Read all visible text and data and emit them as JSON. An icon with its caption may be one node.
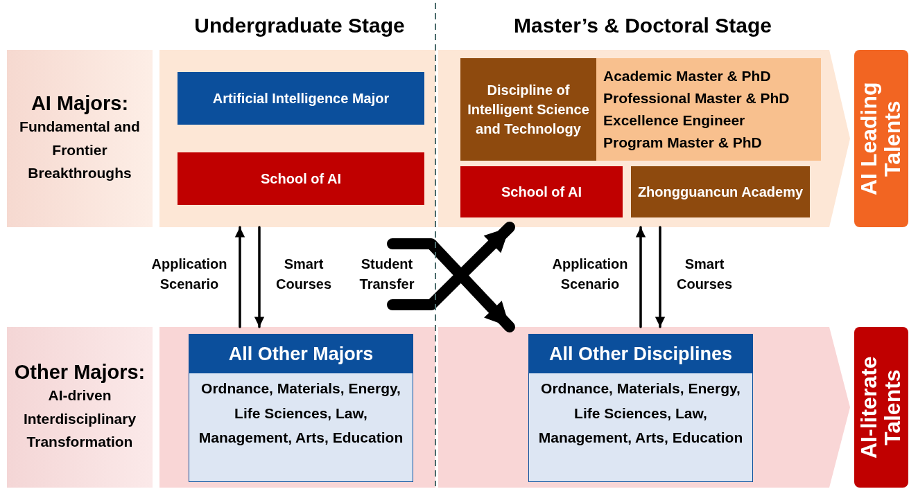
{
  "diagram": {
    "nodes": [
      {
        "text": [
          "AI Majors:",
          "Fundamental and Frontier Breakthroughs"
        ]
      },
      {
        "text": [],
        "shape": "box"
      },
      {
        "text": [
          "Artificial Intelligence Major"
        ],
        "in": 1
      },
      {
        "text": [
          "School of AI"
        ],
        "in": 1
      },
      {
        "text": [],
        "shape": "arrow"
      },
      {
        "text": [
          "Discipline of Intelligent Science and Technology"
        ],
        "in": 4
      },
      {
        "text": [
          "Academic Master & PhD",
          "Professional Master & PhD",
          "Excellence Engineer",
          "Program Master & PhD"
        ],
        "in": 4
      },
      {
        "text": [
          "School of AI"
        ],
        "in": 4
      },
      {
        "text": [
          "Zhongguancun Academy"
        ],
        "in": 4
      },
      {
        "text": [
          "AI Leading Talents"
        ]
      },
      {
        "text": [
          "Other Majors:",
          "AI-driven Interdisciplinary Transformation"
        ]
      },
      {
        "text": [],
        "shape": "box"
      },
      {
        "text": [
          "All Other Majors",
          "Ordnance, Materials, Energy, Life Sciences, Law, Management, Arts, Education"
        ],
        "in": 11
      },
      {
        "text": [],
        "shape": "arrow"
      },
      {
        "text": [
          "All Other Disciplines",
          "Ordnance, Materials, Energy, Life Sciences, Law, Management, Arts, Education"
        ],
        "in": 13
      },
      {
        "text": [
          "AI-literate Talents"
        ]
      }
    ],
    "edges": [
      {
        "from": 11,
        "to": 1,
        "arrow": "to",
        "label": "Application Scenario"
      },
      {
        "from": 1,
        "to": 11,
        "arrow": "to",
        "label": "Smart Courses"
      },
      {
        "from": 13,
        "to": 4,
        "arrow": "to",
        "label": "Application Scenario"
      },
      {
        "from": 4,
        "to": 13,
        "arrow": "to",
        "label": "Smart Courses"
      },
      {
        "from": null,
        "to": 13,
        "arrow": "to",
        "style": "thick"
      },
      {
        "from": null,
        "to": 4,
        "arrow": "to",
        "style": "thick"
      }
    ],
    "labels": [
      "Undergraduate Stage",
      "Master’s & Doctoral Stage",
      "Student Transfer"
    ]
  }
}
